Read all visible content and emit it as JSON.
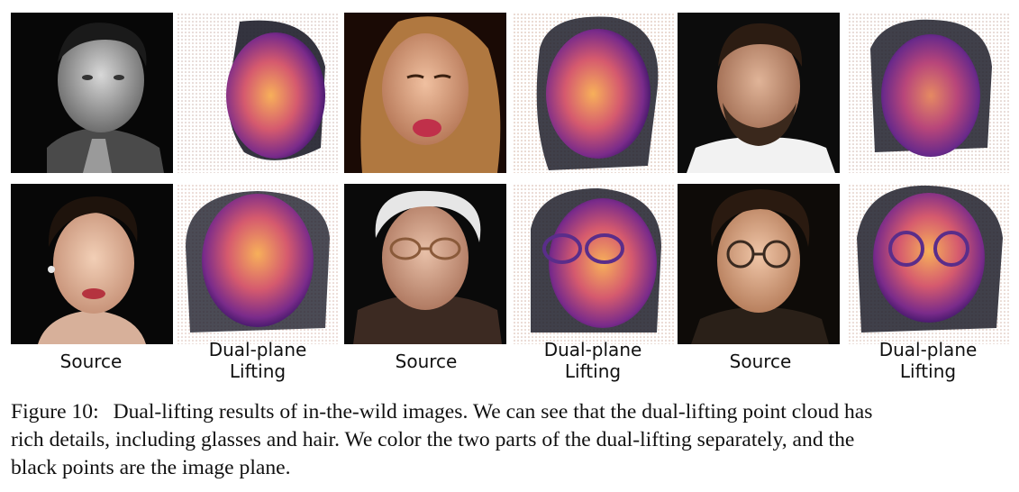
{
  "figure": {
    "number": "Figure 10:",
    "caption_lines": [
      "Dual-lifting results of in-the-wild images. We can see that the dual-lifting point cloud has",
      "rich details, including glasses and hair. We color the two parts of the dual-lifting separately, and the",
      "black points are the image plane."
    ]
  },
  "columns": [
    {
      "label_line1": "Source",
      "label_line2": ""
    },
    {
      "label_line1": "Dual-plane",
      "label_line2": "Lifting"
    },
    {
      "label_line1": "Source",
      "label_line2": ""
    },
    {
      "label_line1": "Dual-plane",
      "label_line2": "Lifting"
    },
    {
      "label_line1": "Source",
      "label_line2": ""
    },
    {
      "label_line1": "Dual-plane",
      "label_line2": "Lifting"
    }
  ],
  "colors": {
    "plasma_dark": "#2a0f5c",
    "plasma_mid": "#a8347f",
    "plasma_light": "#f7b05a",
    "image_plane_points": "#111111"
  }
}
